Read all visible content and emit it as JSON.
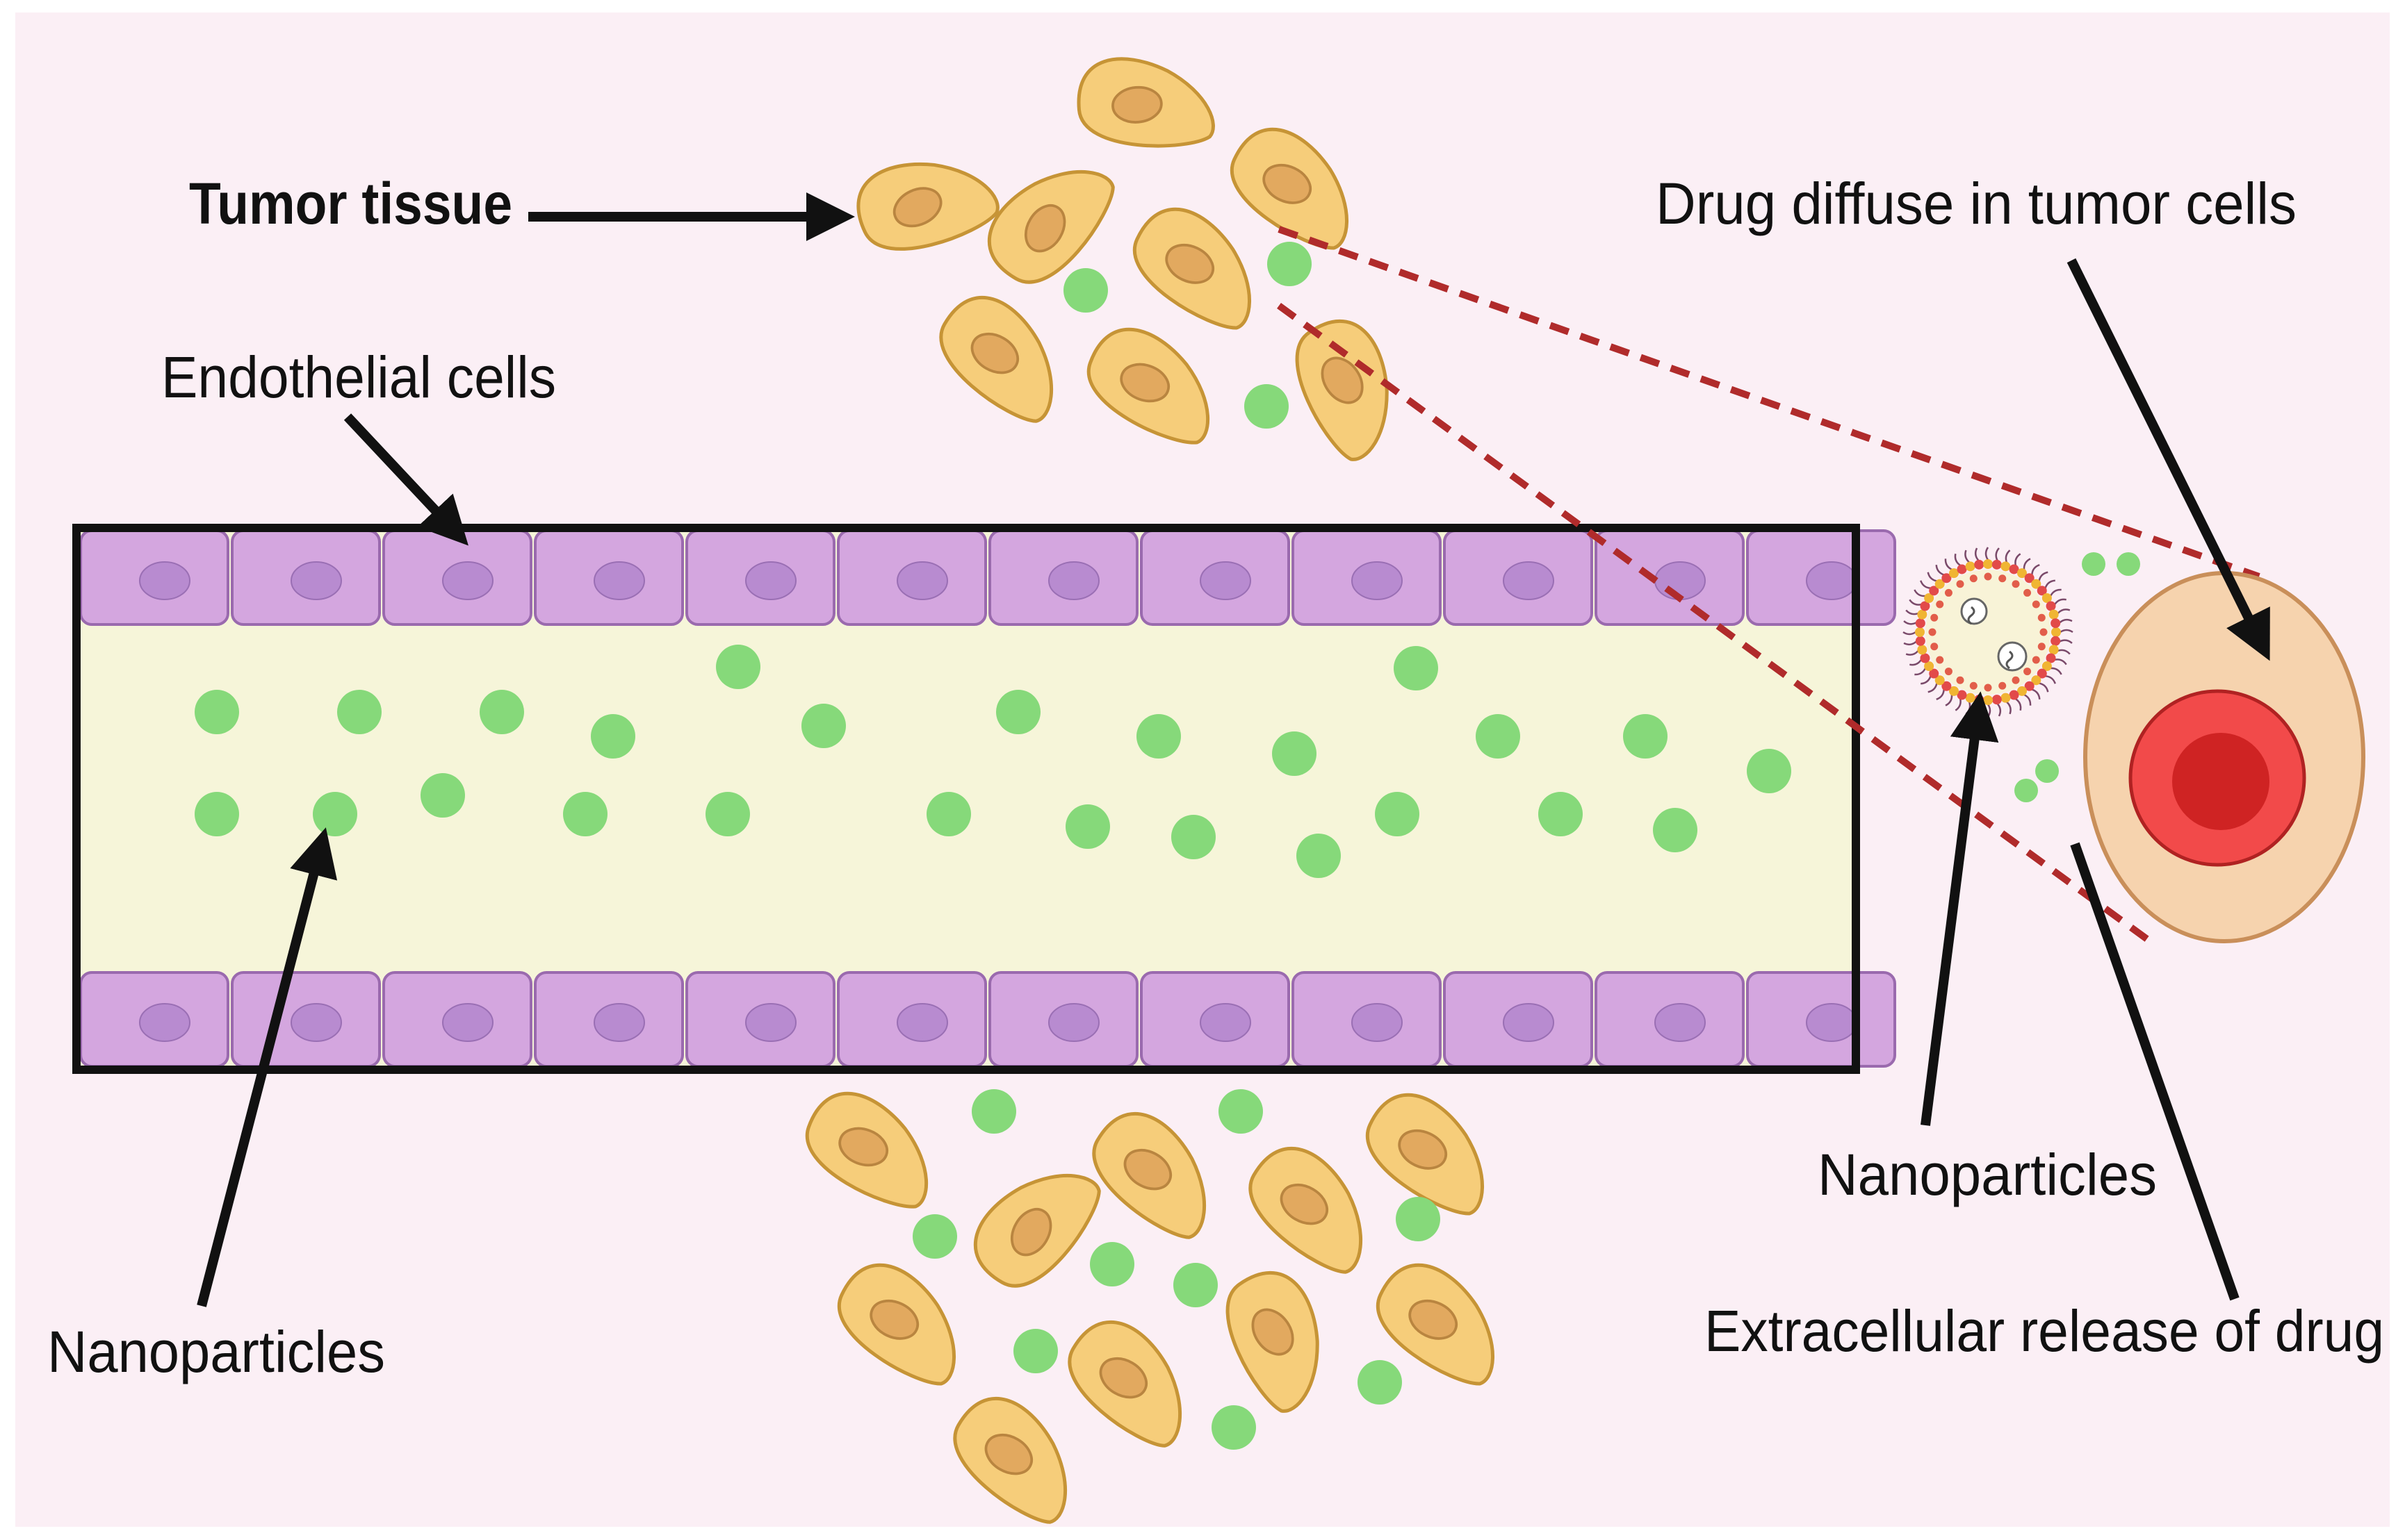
{
  "labels": {
    "tumor_tissue": "Tumor tissue",
    "endothelial_cells": "Endothelial cells",
    "nanoparticles_left": "Nanoparticles",
    "drug_diffuse": "Drug diffuse in tumor cells",
    "nanoparticles_right": "Nanoparticles",
    "extracellular_release": "Extracellular release of drug"
  },
  "colors": {
    "background": "#fbeff5",
    "vessel_lumen": "#f6f5d9",
    "vessel_border": "#111111",
    "endothelial_cell": "#d4a6df",
    "endothelial_nucleus": "#b88bd0",
    "tumor_cell": "#f6cd7a",
    "tumor_nucleus": "#e2a95f",
    "nanoparticle": "#86d97a",
    "target_cell": "#f6d3ae",
    "target_nucleus_outer": "#f24a4a",
    "target_nucleus_inner": "#cf2323",
    "dashed_line": "#b02b2b",
    "arrow": "#111111"
  },
  "icons": [
    "tumor-cell-icon",
    "endothelial-cell-icon",
    "nanoparticle-icon",
    "liposome-nanocarrier-icon",
    "target-tumor-cell-icon"
  ]
}
